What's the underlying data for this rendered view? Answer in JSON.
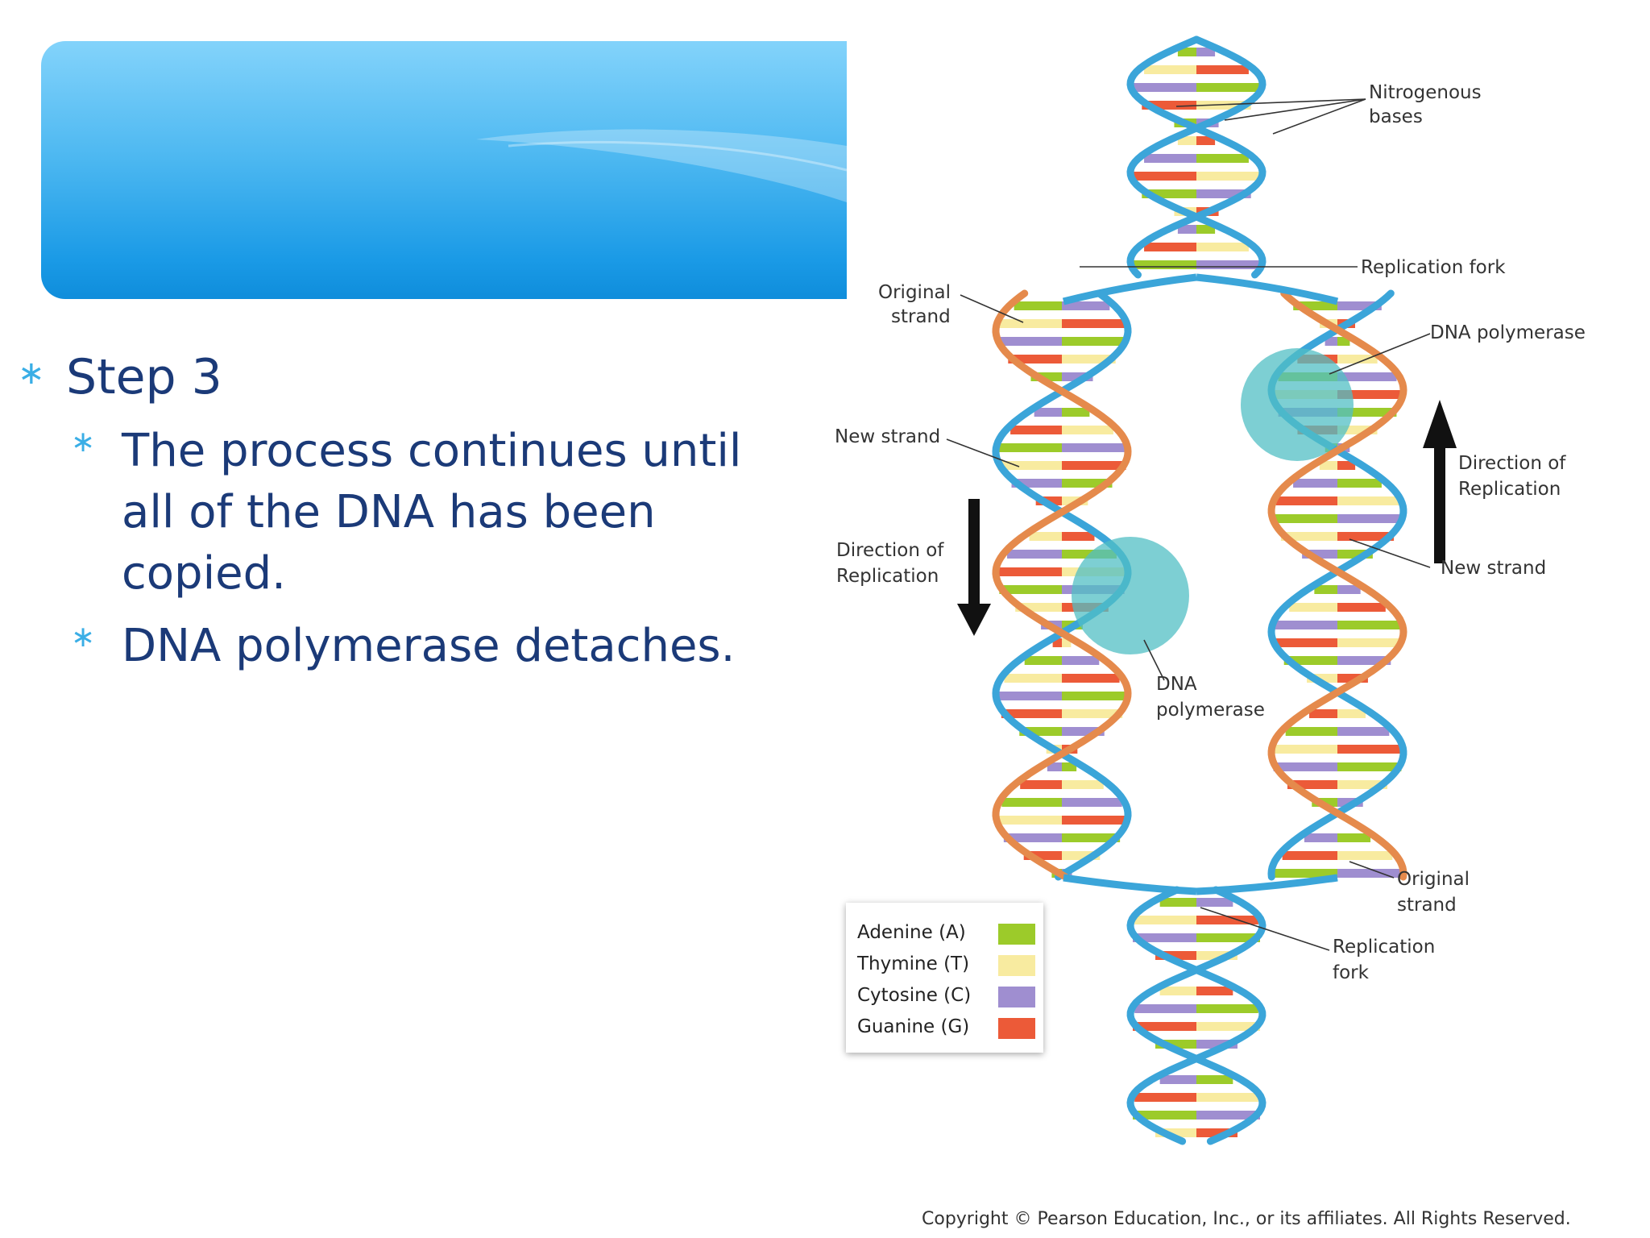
{
  "slide": {
    "step_label": "Step 3",
    "bullets": [
      "The process continues until all of the DNA has been copied.",
      "DNA polymerase detaches."
    ],
    "bullet_symbol": "∗"
  },
  "diagram": {
    "labels": {
      "nitrogenous_bases": [
        "Nitrogenous",
        "bases"
      ],
      "replication_fork_top": "Replication fork",
      "original_strand_left": [
        "Original",
        "strand"
      ],
      "dna_polymerase_right": "DNA polymerase",
      "new_strand_left": "New strand",
      "direction_left": [
        "Direction of",
        "Replication"
      ],
      "direction_right": [
        "Direction of",
        "Replication"
      ],
      "new_strand_right": "New strand",
      "dna_polymerase_center": [
        "DNA",
        "polymerase"
      ],
      "original_strand_right": [
        "Original",
        "strand"
      ],
      "replication_fork_bottom": [
        "Replication",
        "fork"
      ]
    },
    "legend": [
      {
        "label": "Adenine (A)",
        "color": "#9ccb2a"
      },
      {
        "label": "Thymine (T)",
        "color": "#f8eba0"
      },
      {
        "label": "Cytosine (C)",
        "color": "#9f8ed0"
      },
      {
        "label": "Guanine (G)",
        "color": "#ec5a38"
      }
    ],
    "copyright": "Copyright © Pearson Education, Inc., or its affiliates.  All Rights Reserved."
  },
  "colors": {
    "title_text": "#1b3a78",
    "bullet_star": "#3aaee6",
    "backbone": "#3ba5d9",
    "new_strand": "#e58a4c",
    "polymerase": "#52bfc4"
  }
}
